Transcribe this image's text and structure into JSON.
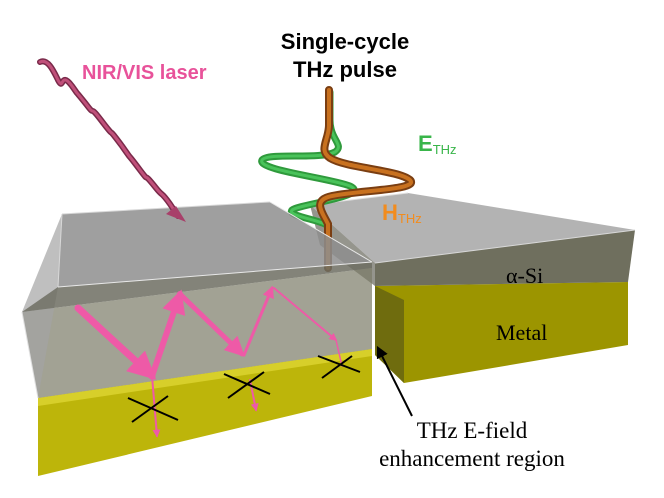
{
  "labels": {
    "pulse_line1": "Single-cycle",
    "pulse_line2": "THz pulse",
    "laser": "NIR/VIS laser",
    "e_field_main": "E",
    "e_field_sub": "THz",
    "h_field_main": "H",
    "h_field_sub": "THz",
    "semiconductor": "α-Si",
    "metal": "Metal",
    "region_line1": "THz E-field",
    "region_line2": "enhancement region"
  },
  "colors": {
    "laser": "#c0507a",
    "laser_text": "#e8529a",
    "e_field": "#39b54a",
    "h_field": "#c0661e",
    "h_field_text": "#f28c1e",
    "reflection": "#ee5aa7",
    "metal_top": "#c8c010",
    "metal_side": "#9c9500",
    "asi_glass": "#b7b7b7",
    "cross": "#000000"
  },
  "icons": {
    "absorption_marker": "cross-mark-icon",
    "pointer": "arrow-icon"
  }
}
